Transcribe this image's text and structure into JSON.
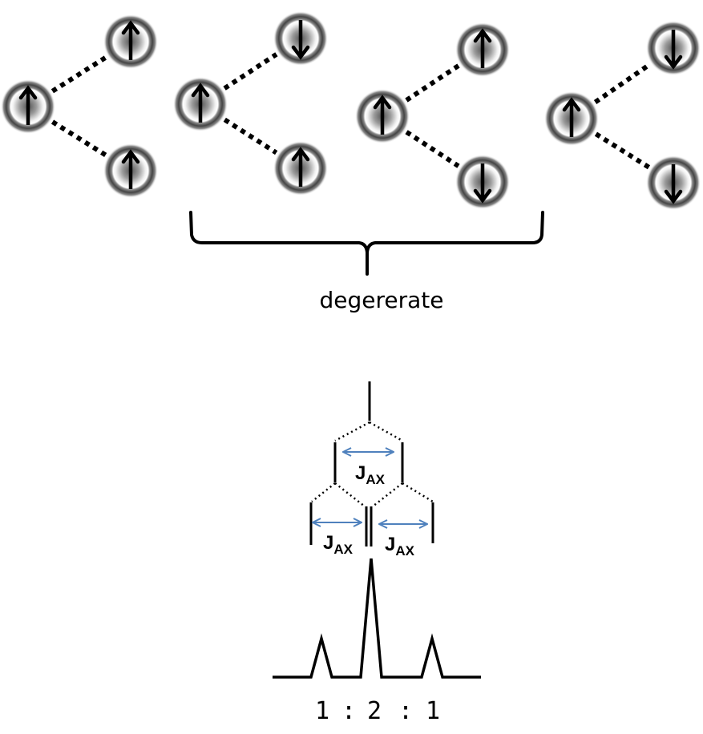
{
  "figure": {
    "title": "Spin coupling configurations of an A nucleus with two equivalent X nuclei and resulting 1:2:1 triplet",
    "configurations": [
      {
        "id": "config-1",
        "center_spin": "up",
        "coupled_spins": [
          "up",
          "up"
        ]
      },
      {
        "id": "config-2",
        "center_spin": "up",
        "coupled_spins": [
          "down",
          "up"
        ]
      },
      {
        "id": "config-3",
        "center_spin": "up",
        "coupled_spins": [
          "up",
          "down"
        ]
      },
      {
        "id": "config-4",
        "center_spin": "up",
        "coupled_spins": [
          "down",
          "down"
        ]
      }
    ],
    "brace": {
      "label": "degererate",
      "spans_configurations": [
        "config-2",
        "config-3"
      ]
    },
    "splitting_tree": {
      "coupling_label_main": "J",
      "coupling_label_sub": "AX",
      "arrow_color": "#4F81BD",
      "levels": 3
    },
    "spectrum": {
      "peak_relative_intensities": [
        1,
        2,
        1
      ],
      "ratio_labels": [
        "1",
        ":",
        "2",
        ":",
        "1"
      ]
    },
    "icons": {
      "spin_up": "arrow-up-icon",
      "spin_down": "arrow-down-icon",
      "nucleus": "sphere-icon"
    }
  }
}
